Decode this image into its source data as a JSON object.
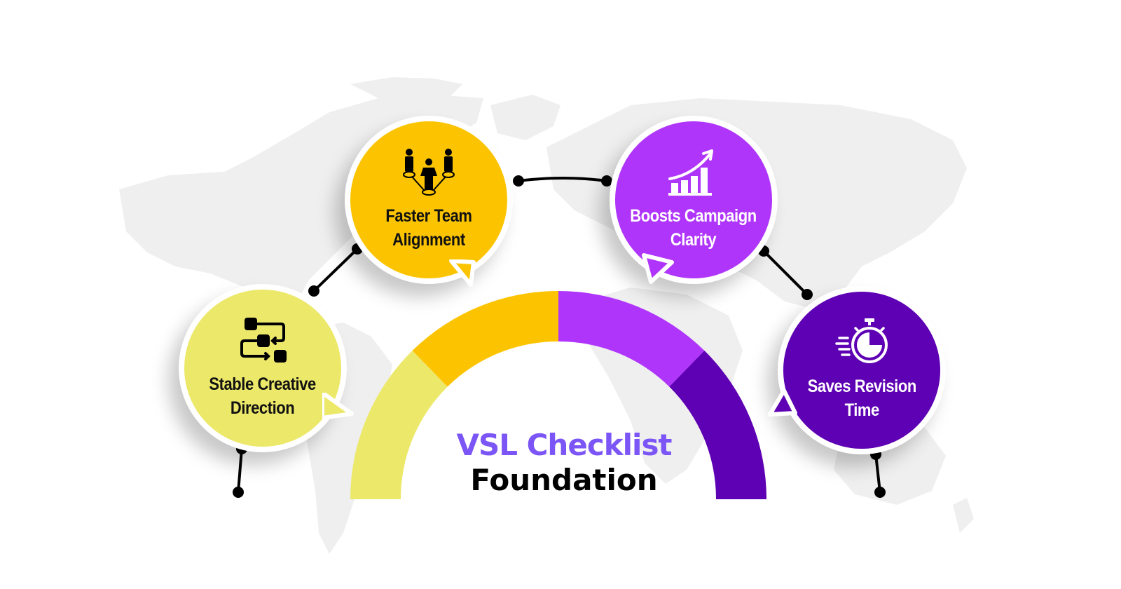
{
  "title": {
    "line1": "VSL Checklist",
    "line2": "Foundation"
  },
  "colors": {
    "light_yellow": "#ece86a",
    "yellow": "#fcc400",
    "violet": "#b035fb",
    "purple": "#5e00b3",
    "title_accent": "#7b55f5",
    "map_gray": "#efefef",
    "connector": "#000000"
  },
  "benefits": [
    {
      "label_line1": "Stable Creative",
      "label_line2": "Direction",
      "icon": "workflow-icon",
      "color": "#ece86a"
    },
    {
      "label_line1": "Faster Team",
      "label_line2": "Alignment",
      "icon": "team-icon",
      "color": "#fcc400"
    },
    {
      "label_line1": "Boosts Campaign",
      "label_line2": "Clarity",
      "icon": "growth-chart-icon",
      "color": "#b035fb"
    },
    {
      "label_line1": "Saves Revision",
      "label_line2": "Time",
      "icon": "stopwatch-icon",
      "color": "#5e00b3"
    }
  ]
}
